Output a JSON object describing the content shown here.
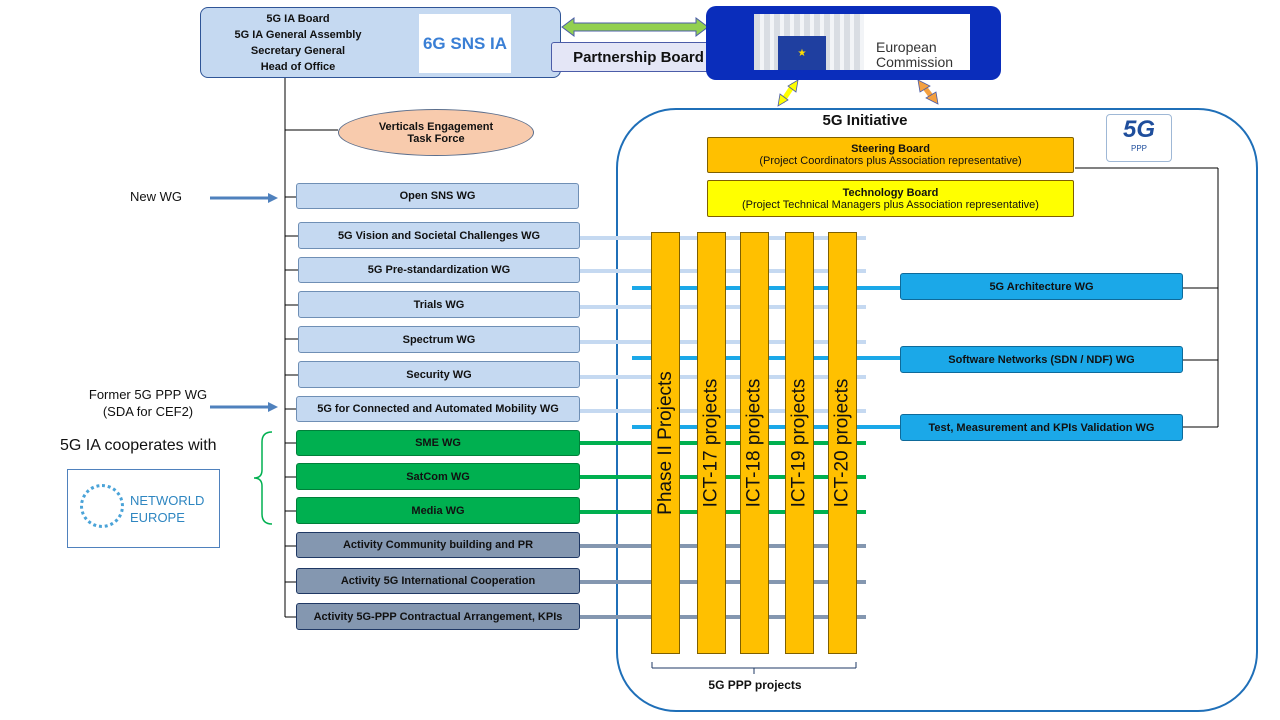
{
  "top_left": {
    "lines": [
      "5G IA Board",
      "5G IA General Assembly",
      "Secretary General",
      "Head of Office"
    ],
    "logo_text": "6G SNS IA"
  },
  "partnership_board": "Partnership Board",
  "european_commission": {
    "line1": "European",
    "line2": "Commission"
  },
  "verticals": {
    "line1": "Verticals Engagement",
    "line2": "Task Force"
  },
  "initiative_title": "5G Initiative",
  "ppp_logo": {
    "big": "5G",
    "small": "PPP"
  },
  "steering_board": {
    "title": "Steering Board",
    "subtitle": "(Project Coordinators plus Association representative)"
  },
  "technology_board": {
    "title": "Technology Board",
    "subtitle": "(Project Technical Managers plus Association representative)"
  },
  "side_labels": {
    "new_wg": "New WG",
    "former_line1": "Former 5G PPP WG",
    "former_line2": "(SDA for CEF2)",
    "cooperates": "5G IA cooperates with",
    "networld_line1": "NETWORLD",
    "networld_line2": "EUROPE"
  },
  "wgs": [
    "Open SNS WG",
    "5G Vision and Societal Challenges WG",
    "5G Pre-standardization WG",
    "Trials WG",
    "Spectrum WG",
    "Security WG",
    "5G for Connected and Automated Mobility WG",
    "SME WG",
    "SatCom WG",
    "Media WG",
    "Activity Community building and PR",
    "Activity 5G International Cooperation",
    "Activity 5G-PPP Contractual Arrangement, KPIs"
  ],
  "right_wgs": [
    "5G Architecture WG",
    "Software Networks (SDN / NDF) WG",
    "Test, Measurement and KPIs Validation WG"
  ],
  "projects": [
    "Phase II Projects",
    "ICT-17 projects",
    "ICT-18 projects",
    "ICT-19 projects",
    "ICT-20 projects"
  ],
  "ppp_projects_label": "5G PPP projects",
  "colors": {
    "light_wg": "#c5d9f1",
    "green_wg": "#00b050",
    "gray_wg": "#8497b0",
    "blue_wg": "#1ba8e8",
    "project": "#ffc000",
    "steering": "#ffc000",
    "technology": "#ffff00",
    "commission_frame": "#0a2dbb",
    "initiative_border": "#1f6fb8"
  }
}
